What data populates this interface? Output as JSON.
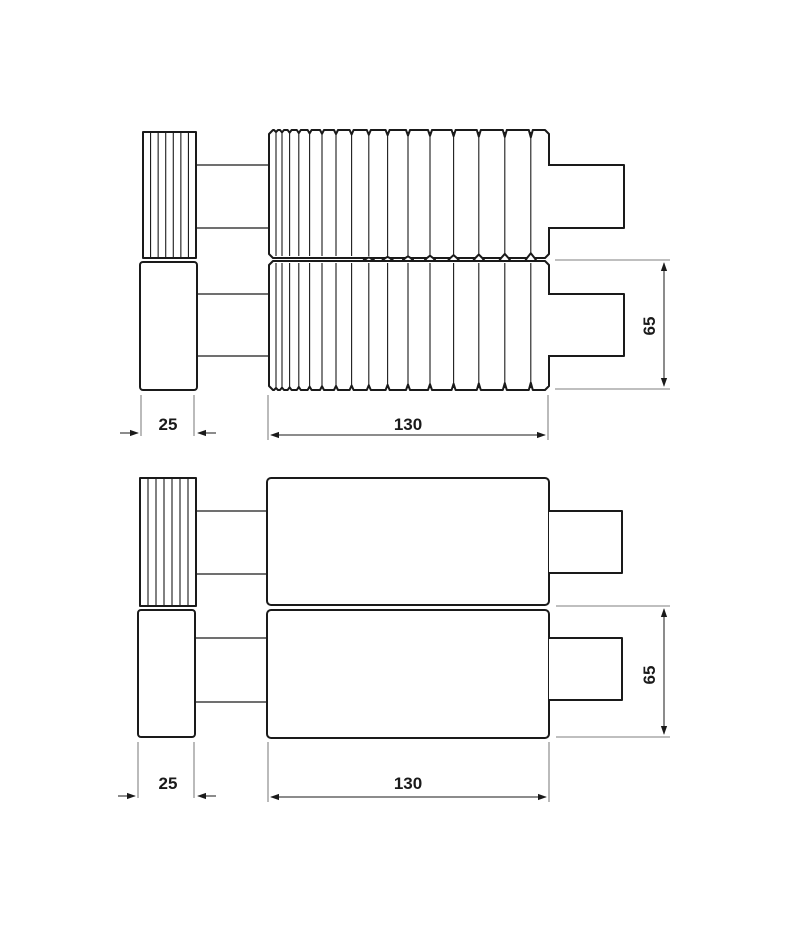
{
  "diagram": {
    "top_view": {
      "dim_left_width": "25",
      "dim_main_width": "130",
      "dim_height": "65"
    },
    "bottom_view": {
      "dim_left_width": "25",
      "dim_main_width": "130",
      "dim_height": "65"
    }
  }
}
